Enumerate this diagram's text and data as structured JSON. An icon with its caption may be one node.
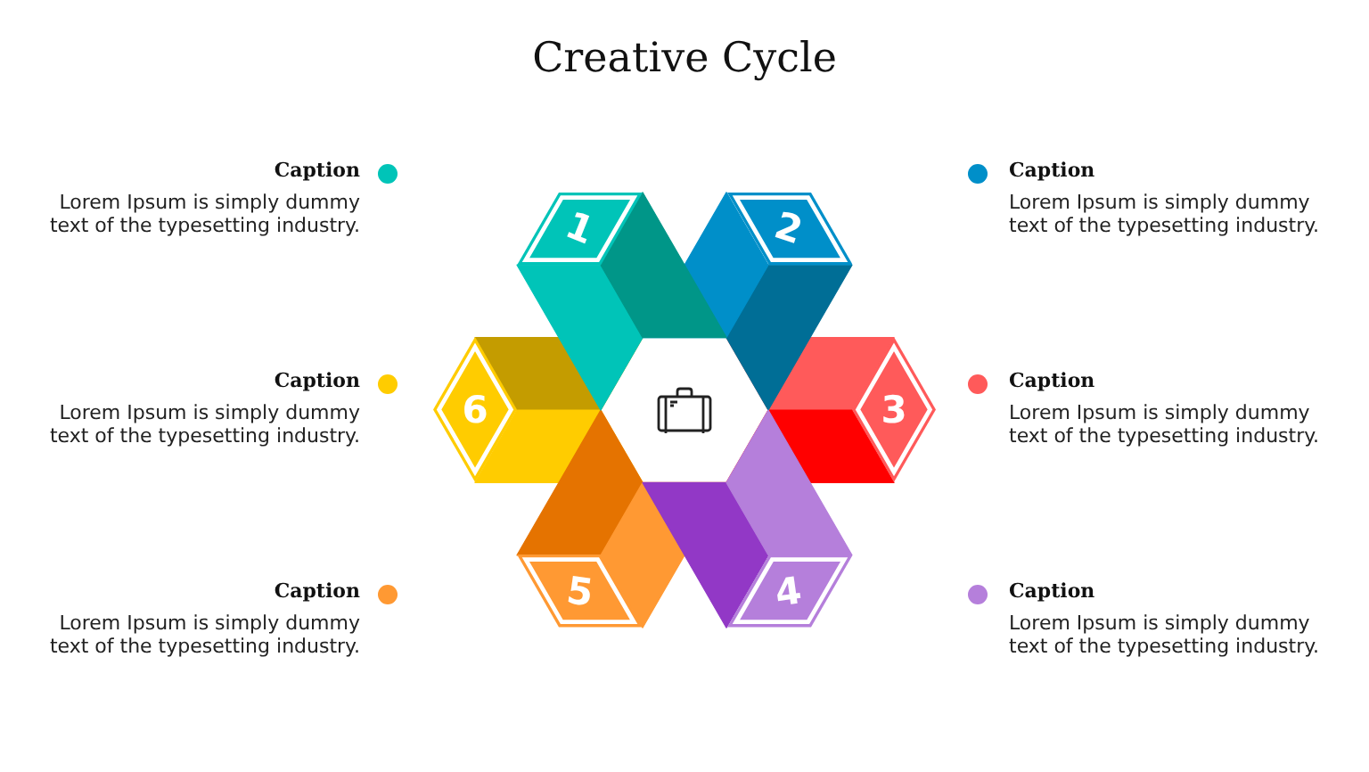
{
  "diagram": {
    "title": "Creative Cycle",
    "nodes": [
      {
        "text": [
          "1"
        ]
      },
      {
        "text": [
          "2"
        ]
      },
      {
        "text": [
          "3"
        ]
      },
      {
        "text": [
          "4"
        ]
      },
      {
        "text": [
          "5"
        ]
      },
      {
        "text": [
          "6"
        ]
      }
    ],
    "labels": [
      "Lorem Ipsum is simply dummy text of the typesetting industry.",
      "Lorem Ipsum is simply dummy text of the typesetting industry.",
      "Lorem Ipsum is simply dummy text of the typesetting industry.",
      "Lorem Ipsum is simply dummy text of the typesetting industry.",
      "Lorem Ipsum is simply dummy text of the typesetting industry.",
      "Lorem Ipsum is simply dummy text of the typesetting industry."
    ],
    "legend": [
      {
        "text": "Caption",
        "color": "#00c4b8"
      },
      {
        "text": "Caption",
        "color": "#008fc9"
      },
      {
        "text": "Caption",
        "color": "#ffcc00"
      },
      {
        "text": "Caption",
        "color": "#ff5a5a"
      },
      {
        "text": "Caption",
        "color": "#ff9933"
      },
      {
        "text": "Caption",
        "color": "#b57fdb"
      }
    ]
  }
}
